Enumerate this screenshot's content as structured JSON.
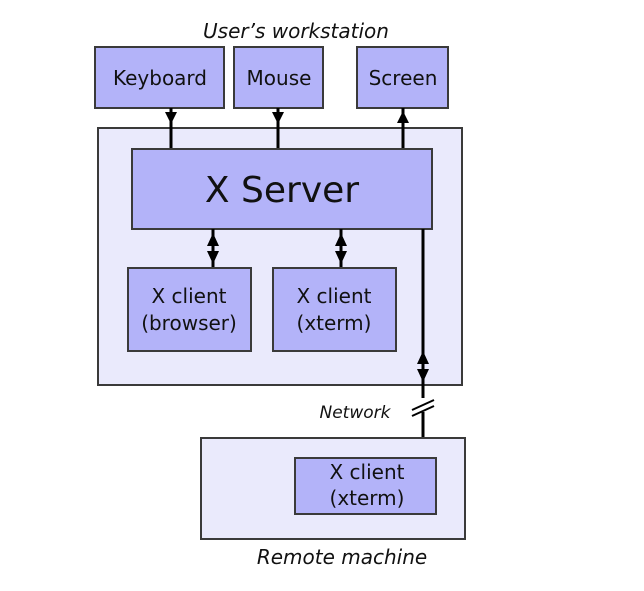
{
  "diagram": {
    "workstation_label": "User’s workstation",
    "remote_label": "Remote machine",
    "network_label": "Network",
    "devices": {
      "keyboard": "Keyboard",
      "mouse": "Mouse",
      "screen": "Screen"
    },
    "server": "X Server",
    "clients": {
      "browser": {
        "line1": "X client",
        "line2": "(browser)"
      },
      "xterm_local": {
        "line1": "X client",
        "line2": "(xterm)"
      },
      "xterm_remote": {
        "line1": "X client",
        "line2": "(xterm)"
      }
    },
    "colors": {
      "component_fill": "#b3b3f9",
      "container_fill": "#eaeafc",
      "border": "#3a3a3a"
    }
  }
}
